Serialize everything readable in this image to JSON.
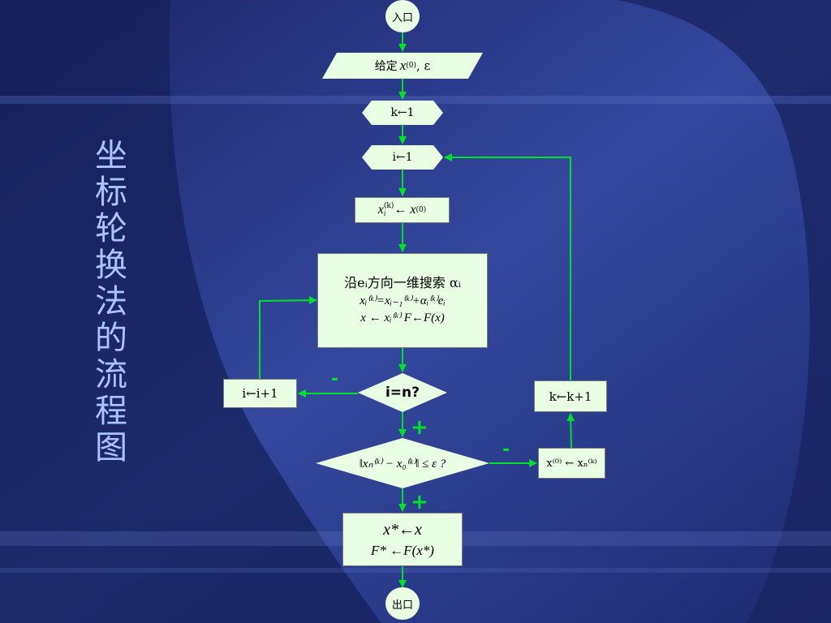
{
  "slide": {
    "title_chars": [
      "坐",
      "标",
      "轮",
      "换",
      "法",
      "的",
      "流",
      "程",
      "图"
    ]
  },
  "nodes": {
    "entry": "入口",
    "given": "给定",
    "given_var": "x",
    "given_sup": "(0)",
    "given_eps": ", ε",
    "k_init": "k←1",
    "i_init": "i←1",
    "assign_lhs": "x",
    "assign_lhs_sup": "(k)",
    "assign_lhs_sub": "i",
    "assign_arrow": " ← x",
    "assign_rhs_sup": "(0)",
    "search_line1": "沿eᵢ方向一维搜索 αᵢ",
    "search_line2": "xᵢ⁽ᵏ⁾=xᵢ₋₁⁽ᵏ⁾+αᵢ⁽ᵏ⁾eᵢ",
    "search_line3": "x ← xᵢ⁽ᵏ⁾   F←F(x)",
    "i_inc": "i←i+1",
    "cond1": "i=n?",
    "cond2": "‖xₙ⁽ᵏ⁾ − x₀⁽ᵏ⁾‖ ≤ ε ?",
    "x0_update": "x⁽⁰⁾ ← xₙ⁽ᵏ⁾",
    "k_inc": "k←k+1",
    "result_line1": "x*←x",
    "result_line2": "F* ←F(x*)",
    "exit": "出口"
  },
  "branch_labels": {
    "cond1_no": "-",
    "cond1_yes": "+",
    "cond2_no": "-",
    "cond2_yes": "+"
  },
  "colors": {
    "background": "#2b3b8c",
    "node_fill": "#e9ffe4",
    "arrow": "#00e02c",
    "title": "#a9c4ff"
  }
}
